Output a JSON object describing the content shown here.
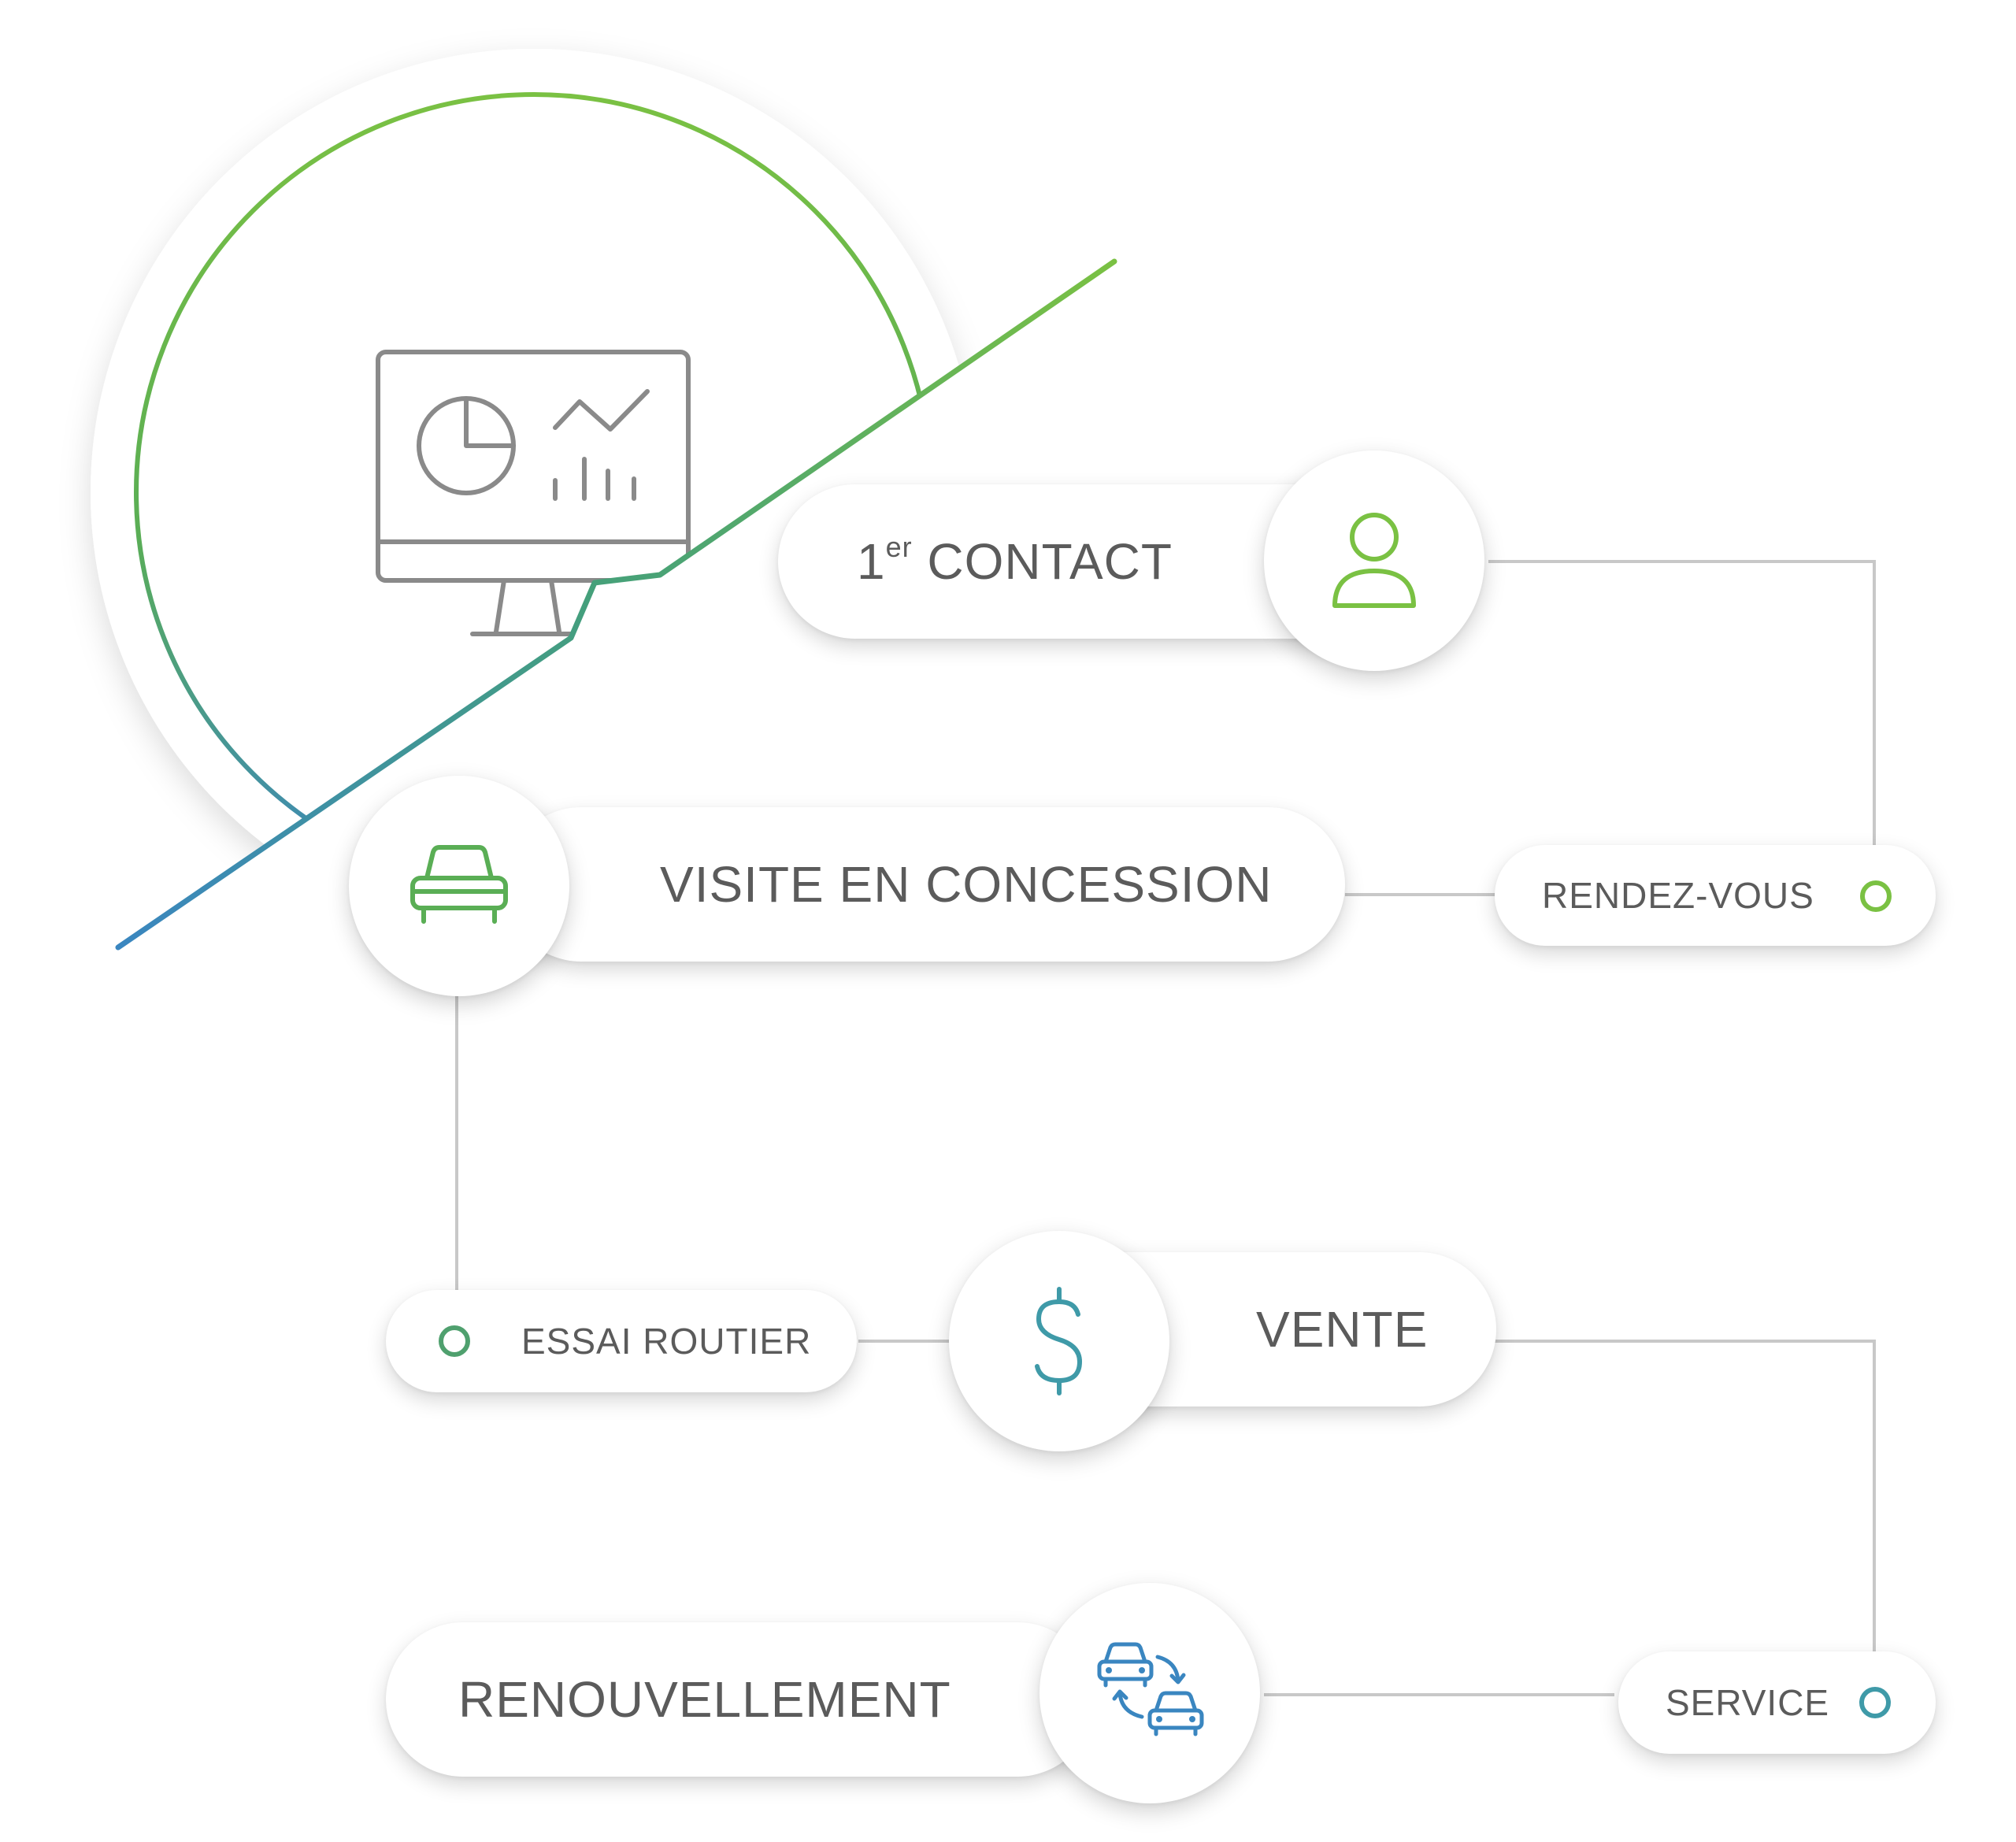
{
  "steps": {
    "first_contact": {
      "label_main": "1",
      "label_sup": "er",
      "label_rest": " CONTACT"
    },
    "visite": {
      "label": "VISITE EN CONCESSION"
    },
    "rendez_vous": {
      "label": "RENDEZ-VOUS"
    },
    "essai": {
      "label": "ESSAI ROUTIER"
    },
    "vente": {
      "label": "VENTE"
    },
    "service": {
      "label": "SERVICE"
    },
    "renouvellement": {
      "label": "RENOUVELLEMENT"
    }
  },
  "colors": {
    "green": "#7ac143",
    "green_teal": "#4fa06e",
    "teal": "#3f9aa8",
    "blue": "#3a86c0",
    "connector": "#c8c8c8",
    "icon_gray": "#8a8a8a"
  },
  "icons": {
    "hero": "monitor-analytics-icon",
    "first_contact": "user-icon",
    "visite": "car-icon",
    "vente": "dollar-icon",
    "renouvellement": "car-exchange-icon"
  }
}
